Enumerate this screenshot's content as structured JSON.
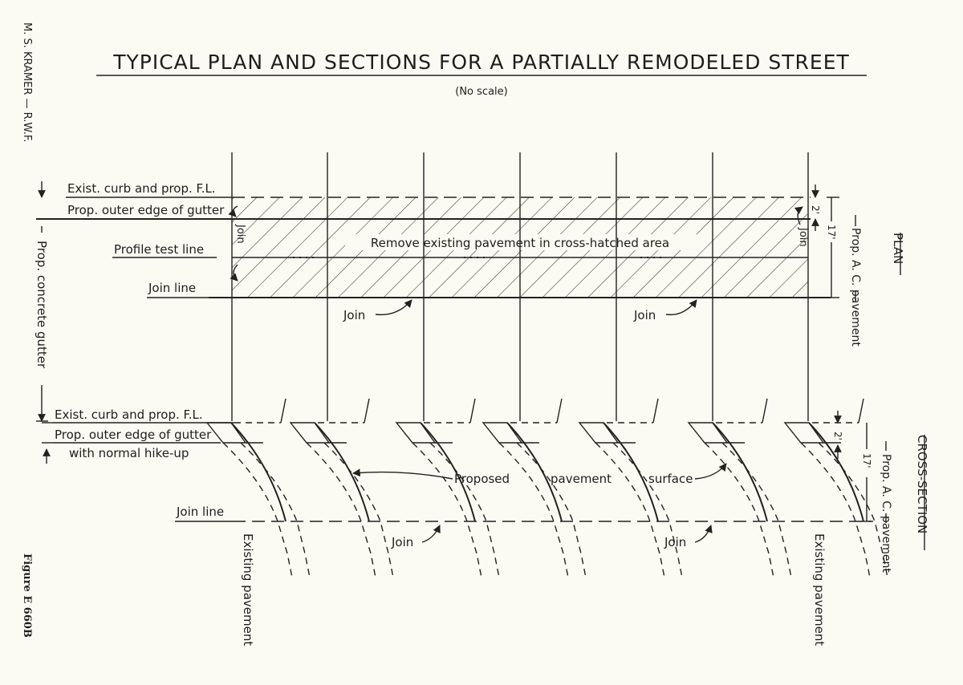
{
  "sidebar": {
    "author": "M. S. KRAMER — R.W.F.",
    "figure": "Figure E 660B"
  },
  "header": {
    "title": "TYPICAL PLAN AND SECTIONS FOR A PARTIALLY REMODELED STREET",
    "subtitle": "(No scale)"
  },
  "plan": {
    "left_labels": {
      "curb": "Exist. curb and prop. F.L.",
      "gutter_edge": "Prop. outer edge of gutter",
      "profile": "Profile test line",
      "join_line": "Join line"
    },
    "vertical_label": "Prop. concrete gutter",
    "hatch_note": "Remove existing pavement in cross-hatched area",
    "join": "Join",
    "dim_2": "2'",
    "dim_17": "17'",
    "right_dim": "Prop. A. C. pavement",
    "section_title": "PLAN"
  },
  "section": {
    "left_labels": {
      "curb": "Exist. curb and prop. F.L.",
      "gutter_edge": "Prop. outer edge of gutter",
      "hikeup": "with normal hike-up",
      "join_line": "Join line"
    },
    "existing": "Existing pavement",
    "proposed": "Proposed",
    "pavement": "pavement",
    "surface": "surface",
    "join": "Join",
    "dim_2": "2'",
    "dim_17": "17'",
    "right_dim": "Prop. A. C. pavement",
    "section_title": "CROSS-SECTION"
  }
}
